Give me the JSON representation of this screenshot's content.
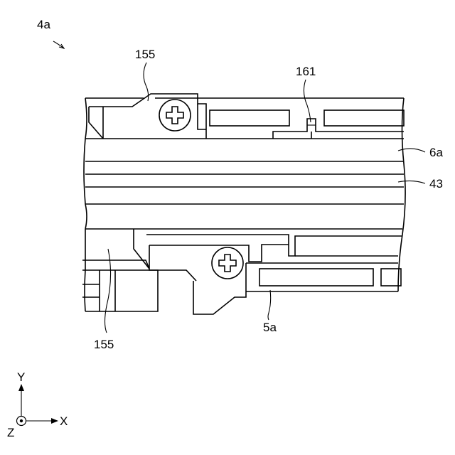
{
  "figure": {
    "labels": {
      "assembly": "4a",
      "holder_top": "155",
      "holder_bottom": "155",
      "protrusion": "161",
      "plate_top": "6a",
      "belt": "43",
      "plate_bottom": "5a"
    },
    "axes": {
      "y": "Y",
      "x": "X",
      "z": "Z"
    }
  }
}
